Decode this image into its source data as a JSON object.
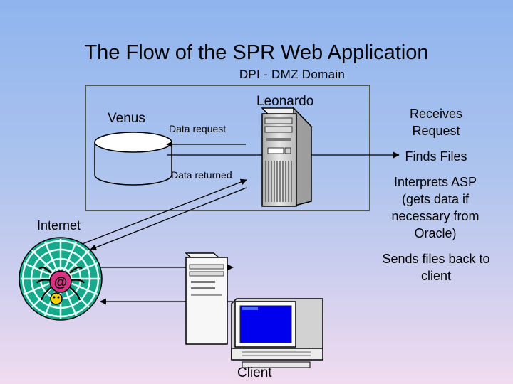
{
  "title": "The Flow of the SPR Web Application",
  "subtitle": "DPI - DMZ Domain",
  "nodes": {
    "venus": "Venus",
    "leonardo": "Leonardo",
    "internet": "Internet",
    "client": "Client"
  },
  "edges": {
    "data_request": "Data request",
    "data_returned": "Data returned"
  },
  "steps": {
    "receives": "Receives Request",
    "finds": "Finds Files",
    "interprets": "Interprets ASP (gets data if necessary from Oracle)",
    "sends": "Sends files back to client"
  }
}
